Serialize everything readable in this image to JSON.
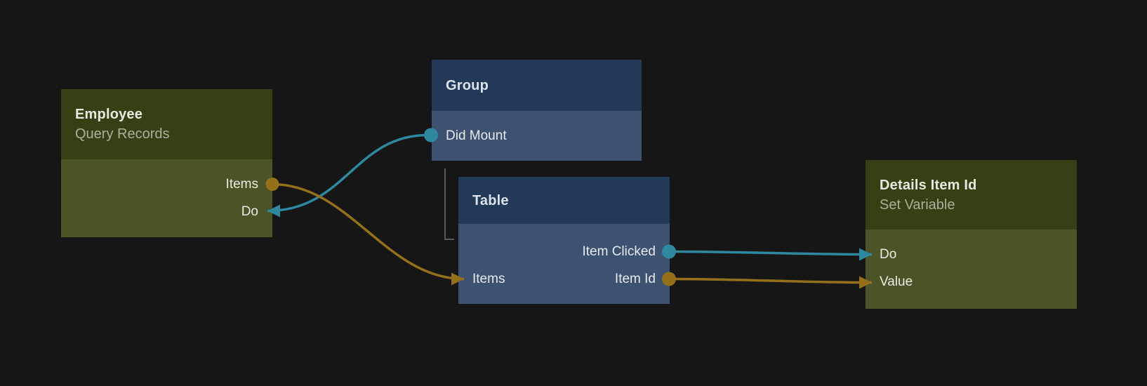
{
  "app": {
    "type": "node-flow-editor"
  },
  "canvas": {
    "background": "#161616"
  },
  "palette": {
    "teal": "#2e89a0",
    "gold": "#95701a",
    "olive_header": "#354114",
    "olive_body": "#4b5427",
    "navy_header": "#223a58",
    "navy_body": "#3d5270",
    "bracket": "#58585a"
  },
  "nodes": [
    {
      "id": "employee",
      "title": "Employee",
      "subtitle": "Query Records",
      "theme": "olive",
      "ports": [
        {
          "label": "Items",
          "side": "right",
          "connector": "output-dot",
          "color": "gold"
        },
        {
          "label": "Do",
          "side": "right",
          "connector": "input-arrow",
          "color": "teal"
        }
      ]
    },
    {
      "id": "group",
      "title": "Group",
      "theme": "navy",
      "ports": [
        {
          "label": "Did Mount",
          "side": "left",
          "connector": "output-dot",
          "color": "teal"
        }
      ]
    },
    {
      "id": "table",
      "title": "Table",
      "theme": "navy",
      "ports": [
        {
          "label": "Item Clicked",
          "side": "right",
          "connector": "output-dot",
          "color": "teal"
        },
        {
          "label": "Items",
          "side": "left",
          "connector": "input-arrow",
          "color": "gold"
        },
        {
          "label": "Item Id",
          "side": "right",
          "connector": "output-dot",
          "color": "gold"
        }
      ]
    },
    {
      "id": "details",
      "title": "Details Item Id",
      "subtitle": "Set Variable",
      "theme": "olive",
      "ports": [
        {
          "label": "Do",
          "side": "left",
          "connector": "input-arrow",
          "color": "teal"
        },
        {
          "label": "Value",
          "side": "left",
          "connector": "input-arrow",
          "color": "gold"
        }
      ]
    }
  ],
  "edges": [
    {
      "from": "group.Did Mount",
      "to": "employee.Do",
      "color": "teal"
    },
    {
      "from": "employee.Items",
      "to": "table.Items",
      "color": "gold"
    },
    {
      "from": "table.Item Clicked",
      "to": "details.Do",
      "color": "teal"
    },
    {
      "from": "table.Item Id",
      "to": "details.Value",
      "color": "gold"
    }
  ],
  "links": [
    {
      "from": "group",
      "to": "table",
      "type": "containment-bracket"
    }
  ]
}
